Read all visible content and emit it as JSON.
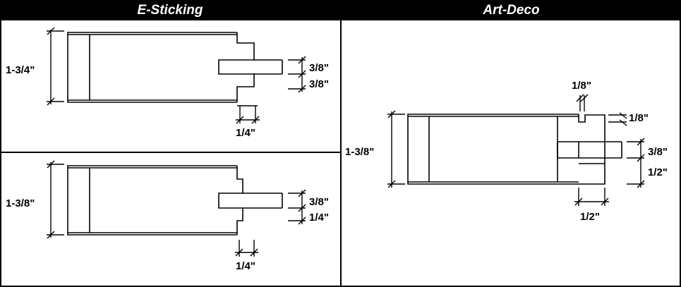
{
  "panels": {
    "left_title": "E-Sticking",
    "right_title": "Art-Deco"
  },
  "esticking_top": {
    "thickness": "1-3/4\"",
    "tenon_upper": "3/8\"",
    "tenon_lower": "3/8\"",
    "shoulder": "1/4\""
  },
  "esticking_bottom": {
    "thickness": "1-3/8\"",
    "tenon_upper": "3/8\"",
    "tenon_lower": "1/4\"",
    "shoulder": "1/4\""
  },
  "artdeco": {
    "thickness": "1-3/8\"",
    "top_step": "1/8\"",
    "side_step": "1/8\"",
    "tenon_upper": "3/8\"",
    "tenon_lower": "1/2\"",
    "shoulder": "1/2\""
  }
}
